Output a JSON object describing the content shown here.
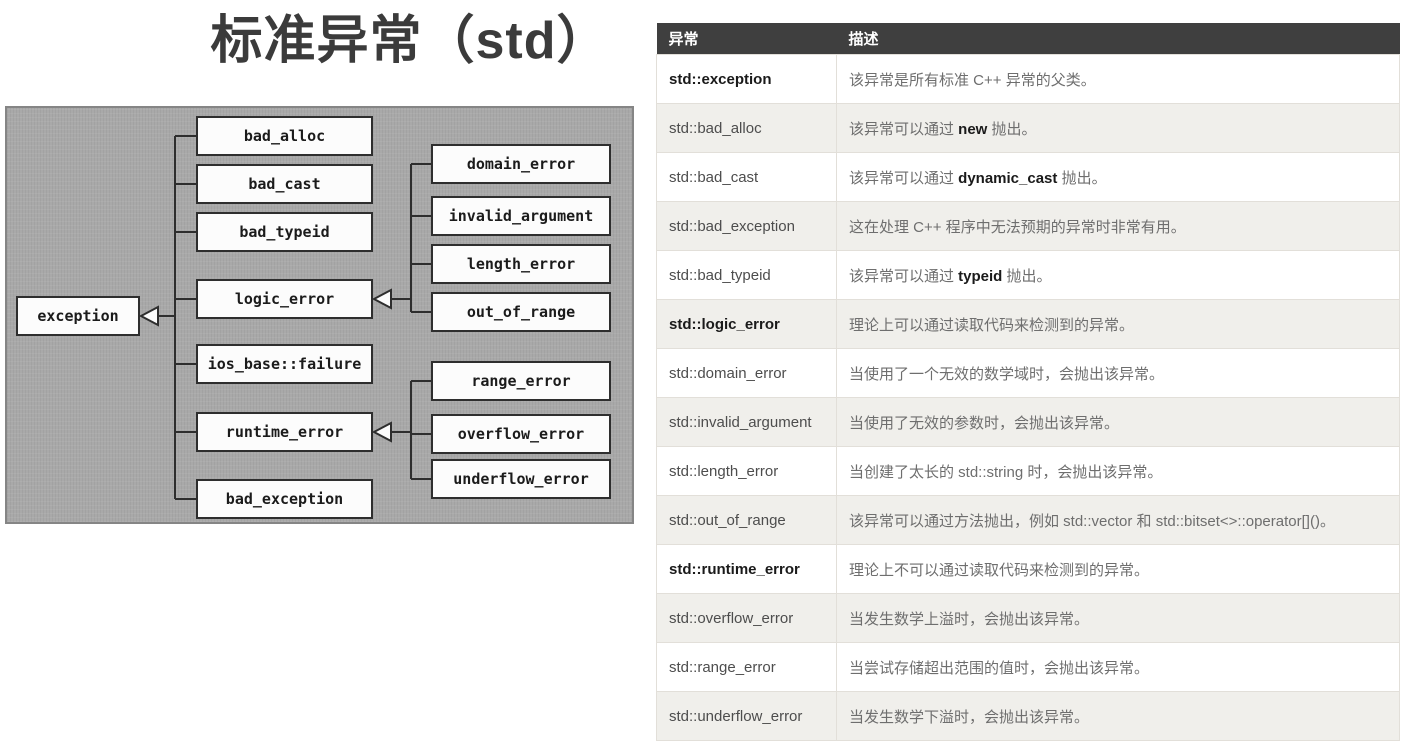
{
  "title": "标准异常（std）",
  "colors": {
    "title_text": "#3b3b3b",
    "diagram_bg": "#a9a9a9",
    "diagram_box_bg": "#fcfcfc",
    "diagram_line": "#2e2e2e",
    "table_header_bg": "#3f3f3f",
    "table_header_text": "#ffffff",
    "row_alt_bg": "#f0efeb"
  },
  "diagram": {
    "root": "exception",
    "root_children": [
      "bad_alloc",
      "bad_cast",
      "bad_typeid",
      "logic_error",
      "ios_base::failure",
      "runtime_error",
      "bad_exception"
    ],
    "logic_error_children": [
      "domain_error",
      "invalid_argument",
      "length_error",
      "out_of_range"
    ],
    "runtime_error_children": [
      "range_error",
      "overflow_error",
      "underflow_error"
    ]
  },
  "table": {
    "headers": [
      "异常",
      "描述"
    ],
    "rows": [
      {
        "name": "std::exception",
        "bold": true,
        "desc": [
          {
            "t": "该异常是所有标准 C++ 异常的父类。"
          }
        ]
      },
      {
        "name": "std::bad_alloc",
        "bold": false,
        "desc": [
          {
            "t": "该异常可以通过 "
          },
          {
            "t": "new",
            "b": true
          },
          {
            "t": " 抛出。"
          }
        ]
      },
      {
        "name": "std::bad_cast",
        "bold": false,
        "desc": [
          {
            "t": "该异常可以通过 "
          },
          {
            "t": "dynamic_cast",
            "b": true
          },
          {
            "t": " 抛出。"
          }
        ]
      },
      {
        "name": "std::bad_exception",
        "bold": false,
        "desc": [
          {
            "t": "这在处理 C++ 程序中无法预期的异常时非常有用。"
          }
        ]
      },
      {
        "name": "std::bad_typeid",
        "bold": false,
        "desc": [
          {
            "t": "该异常可以通过 "
          },
          {
            "t": "typeid",
            "b": true
          },
          {
            "t": " 抛出。"
          }
        ]
      },
      {
        "name": "std::logic_error",
        "bold": true,
        "desc": [
          {
            "t": "理论上可以通过读取代码来检测到的异常。"
          }
        ]
      },
      {
        "name": "std::domain_error",
        "bold": false,
        "desc": [
          {
            "t": "当使用了一个无效的数学域时，会抛出该异常。"
          }
        ]
      },
      {
        "name": "std::invalid_argument",
        "bold": false,
        "desc": [
          {
            "t": "当使用了无效的参数时，会抛出该异常。"
          }
        ]
      },
      {
        "name": "std::length_error",
        "bold": false,
        "desc": [
          {
            "t": "当创建了太长的 std::string 时，会抛出该异常。"
          }
        ]
      },
      {
        "name": "std::out_of_range",
        "bold": false,
        "desc": [
          {
            "t": "该异常可以通过方法抛出，例如 std::vector 和 std::bitset<>::operator[]()。"
          }
        ]
      },
      {
        "name": "std::runtime_error",
        "bold": true,
        "desc": [
          {
            "t": "理论上不可以通过读取代码来检测到的异常。"
          }
        ]
      },
      {
        "name": "std::overflow_error",
        "bold": false,
        "desc": [
          {
            "t": "当发生数学上溢时，会抛出该异常。"
          }
        ]
      },
      {
        "name": "std::range_error",
        "bold": false,
        "desc": [
          {
            "t": "当尝试存储超出范围的值时，会抛出该异常。"
          }
        ]
      },
      {
        "name": "std::underflow_error",
        "bold": false,
        "desc": [
          {
            "t": "当发生数学下溢时，会抛出该异常。"
          }
        ]
      }
    ]
  }
}
